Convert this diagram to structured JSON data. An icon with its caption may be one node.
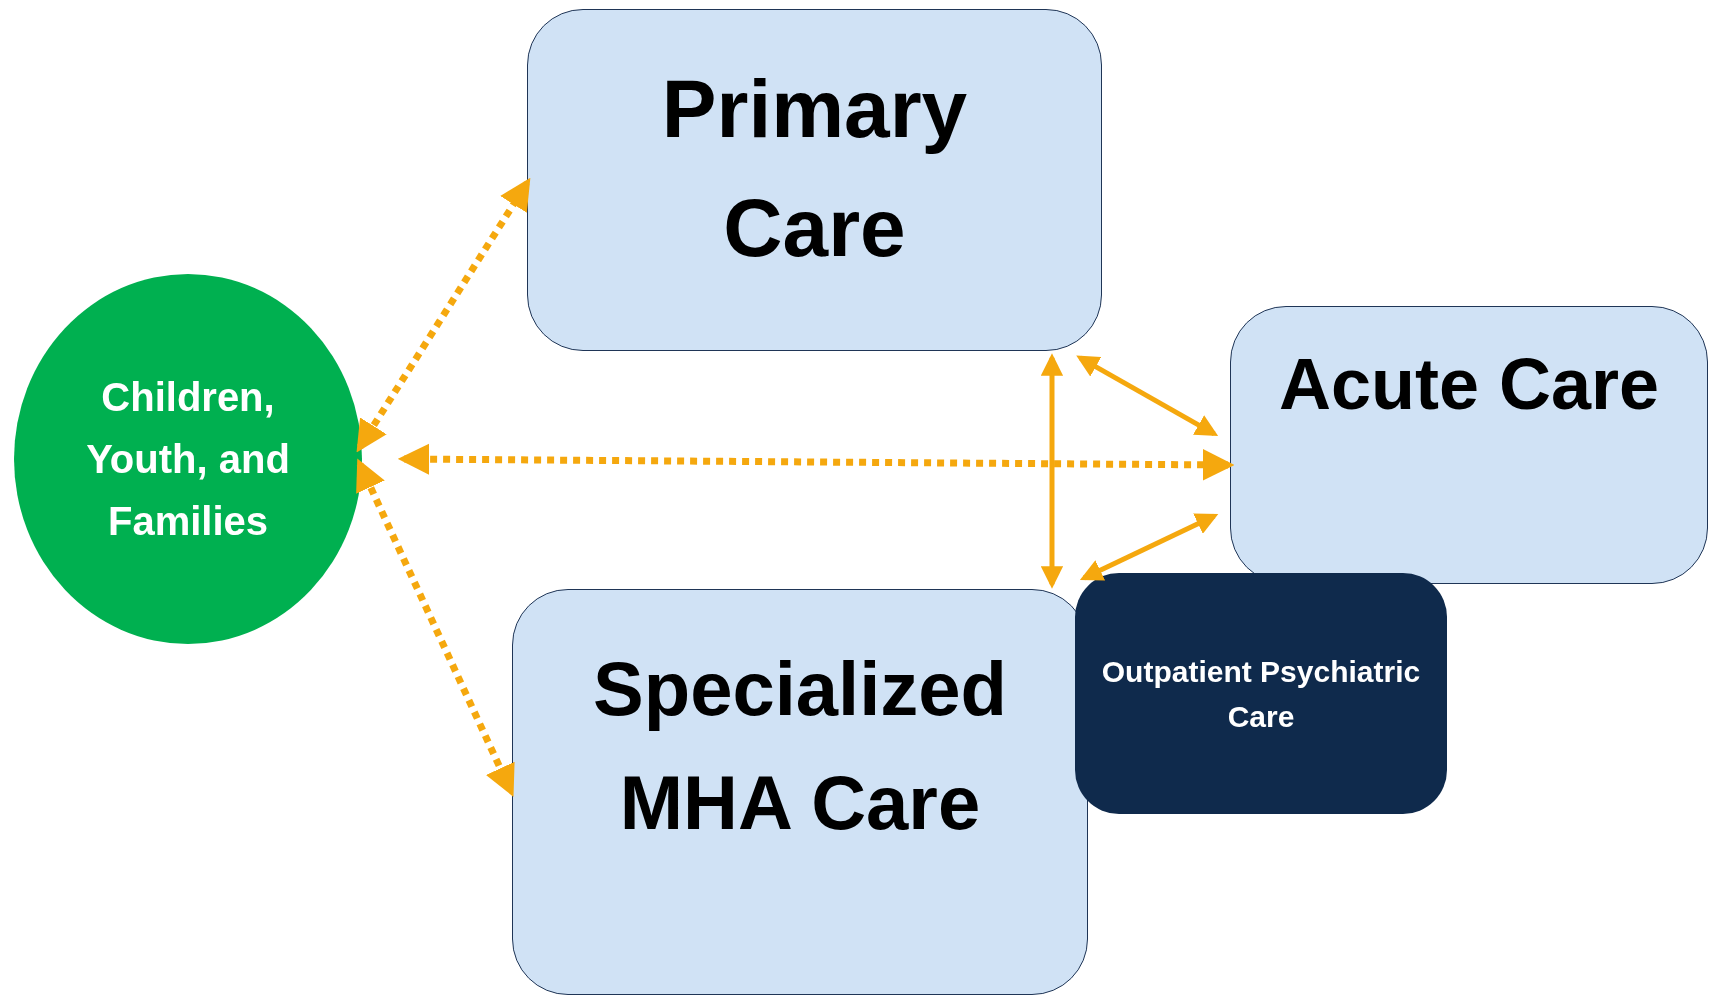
{
  "diagram": {
    "nodes": [
      {
        "text": [
          "Children, Youth, and Families"
        ]
      },
      {
        "text": [
          "Primary Care"
        ]
      },
      {
        "text": [
          "Acute Care"
        ]
      },
      {
        "text": [
          "Specialized MHA Care"
        ]
      },
      {
        "text": [
          "Outpatient Psychiatric Care"
        ]
      }
    ],
    "edges": [
      {
        "from": 0,
        "to": 1,
        "arrow": "both",
        "style": "dashed"
      },
      {
        "from": 0,
        "to": 2,
        "arrow": "both",
        "style": "dashed"
      },
      {
        "from": 0,
        "to": 3,
        "arrow": "both",
        "style": "dashed"
      },
      {
        "from": 1,
        "to": 3,
        "arrow": "both"
      },
      {
        "from": 1,
        "to": 2,
        "arrow": "both"
      },
      {
        "from": 3,
        "to": 2,
        "arrow": "both"
      }
    ]
  }
}
